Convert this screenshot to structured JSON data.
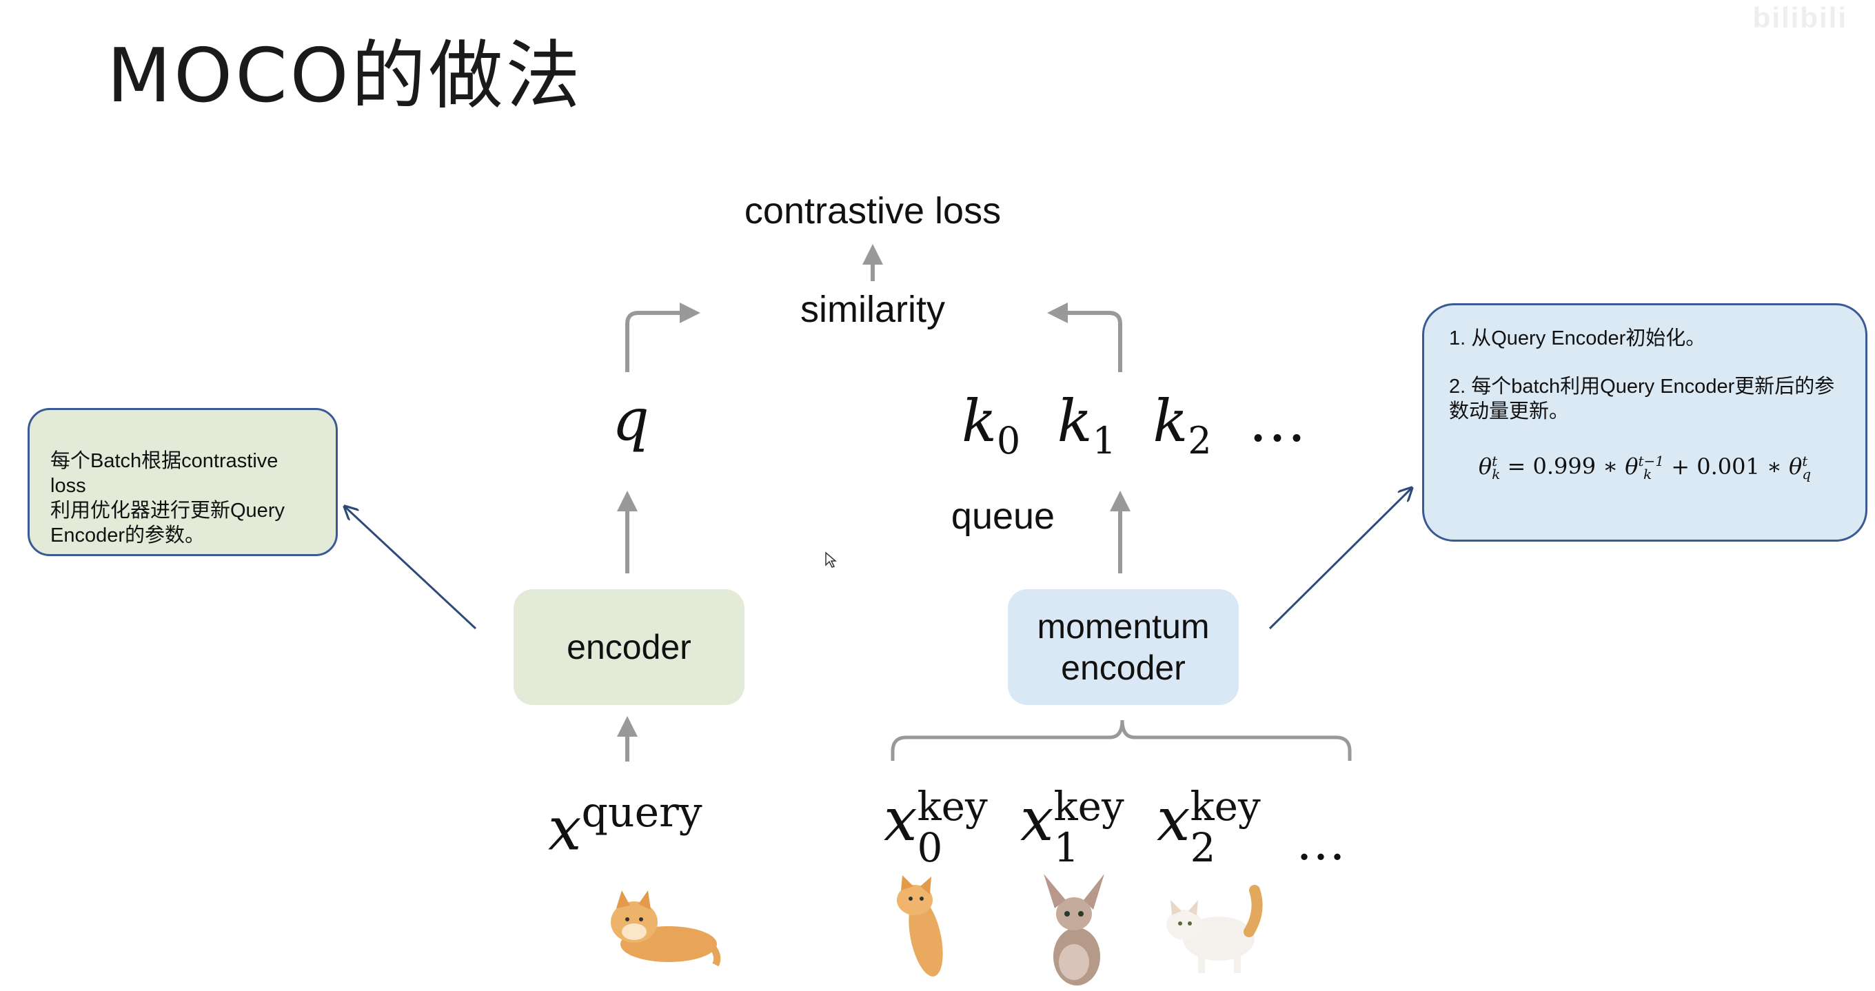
{
  "title": "MOCO的做法",
  "diagram": {
    "contrastive_loss": "contrastive loss",
    "similarity": "similarity",
    "q": "q",
    "k0_base": "k",
    "k0_sub": "0",
    "k1_base": "k",
    "k1_sub": "1",
    "k2_base": "k",
    "k2_sub": "2",
    "k_ellipsis": "…",
    "queue": "queue",
    "encoder": "encoder",
    "momentum_line1": "momentum",
    "momentum_line2": "encoder",
    "xq_base": "x",
    "xq_sup": "query",
    "x0_base": "x",
    "x0_sup": "key",
    "x0_sub": "0",
    "x1_base": "x",
    "x1_sup": "key",
    "x1_sub": "1",
    "x2_base": "x",
    "x2_sup": "key",
    "x2_sub": "2",
    "x_ellipsis": "…"
  },
  "note_left": {
    "line1": "每个Batch根据contrastive loss",
    "line2": "利用优化器进行更新Query",
    "line3": "Encoder的参数。"
  },
  "note_right": {
    "item1": "1. 从Query Encoder初始化。",
    "item2_line1": "2. 每个batch利用Query Encoder更新后的参",
    "item2_line2": "数动量更新。",
    "formula": {
      "theta": "θ",
      "lhs_sup": "t",
      "lhs_sub": "k",
      "eq": " = 0.999 ∗ ",
      "mid_sup": "t−1",
      "mid_sub": "k",
      "plus": " + 0.001 ∗ ",
      "rhs_sup": "t",
      "rhs_sub": "q"
    }
  },
  "watermark": "bilibili",
  "colors": {
    "arrow": "#999999",
    "encoder_fill": "#e3ead7",
    "momentum_fill": "#d9e8f4",
    "note_border": "#3a5a94",
    "callout_arrow": "#2d4a7a"
  }
}
